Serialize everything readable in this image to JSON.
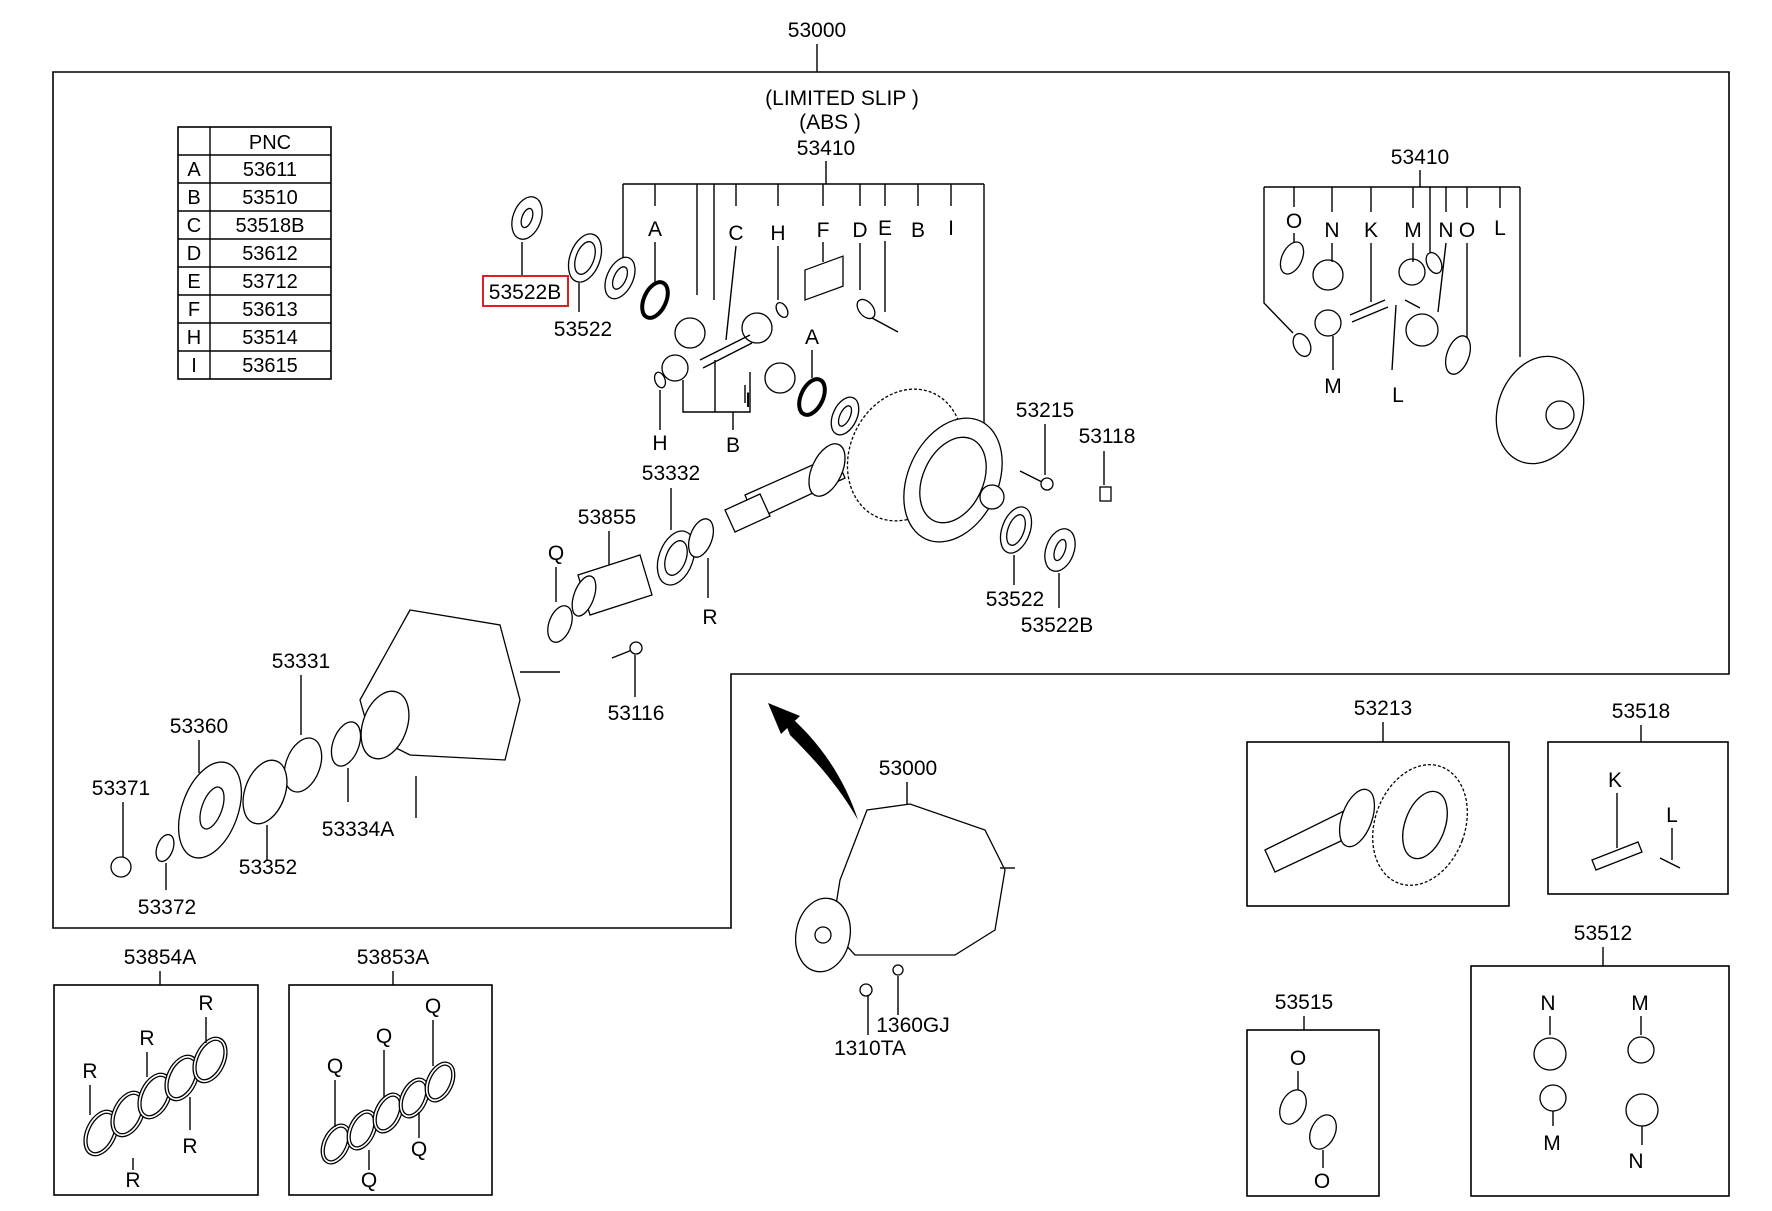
{
  "diagram": {
    "assembly_number": "53000",
    "variant_notes": [
      "(LIMITED SLIP )",
      "(ABS )"
    ],
    "diff_assembly_main": "53410",
    "diff_assembly_alt": "53410",
    "highlighted_part": "53522B"
  },
  "pnc_table": {
    "header": "PNC",
    "rows": [
      {
        "key": "A",
        "pnc": "53611"
      },
      {
        "key": "B",
        "pnc": "53510"
      },
      {
        "key": "C",
        "pnc": "53518B"
      },
      {
        "key": "D",
        "pnc": "53612"
      },
      {
        "key": "E",
        "pnc": "53712"
      },
      {
        "key": "F",
        "pnc": "53613"
      },
      {
        "key": "H",
        "pnc": "53514"
      },
      {
        "key": "I",
        "pnc": "53615"
      }
    ]
  },
  "main_letters": {
    "top": [
      "A",
      "C",
      "H",
      "F",
      "D",
      "E",
      "B",
      "I"
    ],
    "lower": [
      "A",
      "H",
      "B",
      "I"
    ]
  },
  "alt_letters": {
    "top": [
      "O",
      "N",
      "K",
      "M",
      "N",
      "O",
      "L"
    ],
    "bottom": [
      "M",
      "L"
    ]
  },
  "part_labels": {
    "p53522B_left": "53522B",
    "p53522_left": "53522",
    "p53215": "53215",
    "p53118": "53118",
    "p53332": "53332",
    "p53855": "53855",
    "Q": "Q",
    "R": "R",
    "p53522_right": "53522",
    "p53522B_right": "53522B",
    "p53116": "53116",
    "p53331": "53331",
    "p53360": "53360",
    "p53371": "53371",
    "p53352": "53352",
    "p53334A": "53334A",
    "p53372": "53372",
    "housing": "53000",
    "p1360GJ": "1360GJ",
    "p1310TA": "1310TA"
  },
  "kits": [
    {
      "id": "53213",
      "label": "53213"
    },
    {
      "id": "53518",
      "label": "53518",
      "letters": [
        "K",
        "L"
      ]
    },
    {
      "id": "53515",
      "label": "53515",
      "letters": [
        "O",
        "O"
      ]
    },
    {
      "id": "53512",
      "label": "53512",
      "letters": [
        "N",
        "M",
        "M",
        "N"
      ]
    },
    {
      "id": "53854A",
      "label": "53854A",
      "letters": [
        "R",
        "R",
        "R",
        "R",
        "R"
      ]
    },
    {
      "id": "53853A",
      "label": "53853A",
      "letters": [
        "Q",
        "Q",
        "Q",
        "Q",
        "Q"
      ]
    }
  ],
  "colors": {
    "highlight": "#e02020",
    "line": "#000000"
  }
}
